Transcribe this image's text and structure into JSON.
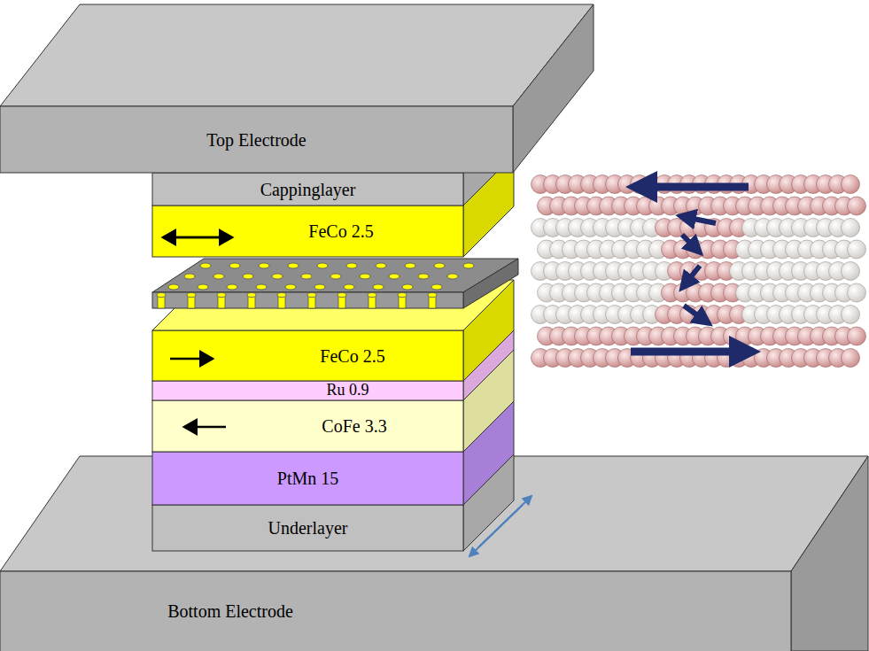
{
  "diagram": {
    "nodes": [
      {
        "text": [
          "Top Electrode"
        ]
      },
      {
        "text": [
          "Cappinglayer"
        ]
      },
      {
        "text": [
          "FeCo 2.5"
        ]
      },
      {
        "text": [
          "FeCo 2.5"
        ]
      },
      {
        "text": [
          "Ru 0.9"
        ]
      },
      {
        "text": [
          "CoFe 3.3"
        ]
      },
      {
        "text": [
          "PtMn 15"
        ]
      },
      {
        "text": [
          "Underlayer"
        ]
      },
      {
        "text": [
          "Bottom Electrode"
        ]
      }
    ]
  }
}
